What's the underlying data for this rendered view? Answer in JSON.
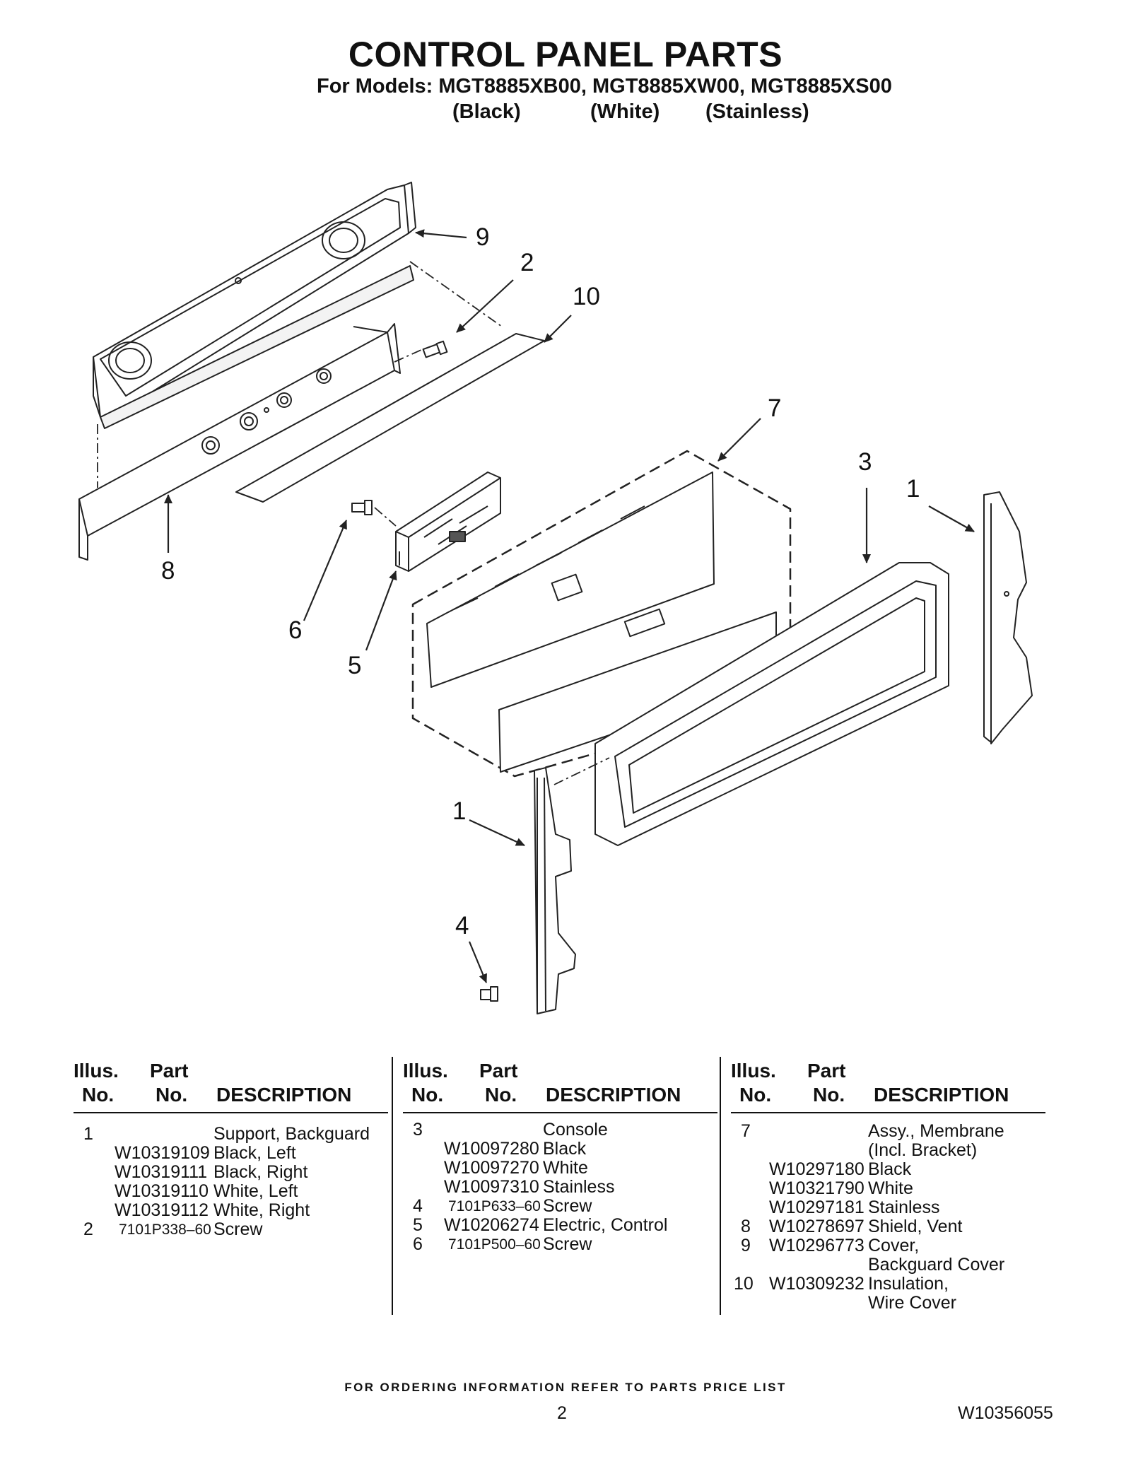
{
  "header": {
    "title": "CONTROL PANEL PARTS",
    "models_line": "For Models: MGT8885XB00, MGT8885XW00, MGT8885XS00",
    "finishes": [
      "(Black)",
      "(White)",
      "(Stainless)"
    ]
  },
  "diagram": {
    "callouts": [
      "9",
      "2",
      "10",
      "7",
      "3",
      "1",
      "8",
      "6",
      "5",
      "1",
      "4"
    ]
  },
  "table": {
    "headers": {
      "illus_line1": "Illus.",
      "illus_line2": "No.",
      "part_line1": "Part",
      "part_line2": "No.",
      "description": "DESCRIPTION"
    },
    "columns": [
      [
        {
          "no": "1",
          "part": "",
          "desc": "Support, Backguard"
        },
        {
          "no": "",
          "part": "W10319109",
          "desc": "Black, Left"
        },
        {
          "no": "",
          "part": "W10319111",
          "desc": "Black, Right"
        },
        {
          "no": "",
          "part": "W10319110",
          "desc": "White, Left"
        },
        {
          "no": "",
          "part": "W10319112",
          "desc": "White, Right"
        },
        {
          "no": "2",
          "part": "7101P338–60",
          "desc": "Screw"
        }
      ],
      [
        {
          "no": "3",
          "part": "",
          "desc": "Console"
        },
        {
          "no": "",
          "part": "W10097280",
          "desc": "Black"
        },
        {
          "no": "",
          "part": "W10097270",
          "desc": "White"
        },
        {
          "no": "",
          "part": "W10097310",
          "desc": "Stainless"
        },
        {
          "no": "4",
          "part": "7101P633–60",
          "desc": "Screw"
        },
        {
          "no": "5",
          "part": "W10206274",
          "desc": "Electric, Control"
        },
        {
          "no": "6",
          "part": "7101P500–60",
          "desc": "Screw"
        }
      ],
      [
        {
          "no": "7",
          "part": "",
          "desc": "Assy., Membrane"
        },
        {
          "no": "",
          "part": "",
          "desc": "(Incl. Bracket)"
        },
        {
          "no": "",
          "part": "W10297180",
          "desc": "Black"
        },
        {
          "no": "",
          "part": "W10321790",
          "desc": "White"
        },
        {
          "no": "",
          "part": "W10297181",
          "desc": "Stainless"
        },
        {
          "no": "8",
          "part": "W10278697",
          "desc": "Shield, Vent"
        },
        {
          "no": "9",
          "part": "W10296773",
          "desc": "Cover,"
        },
        {
          "no": "",
          "part": "",
          "desc": "Backguard Cover"
        },
        {
          "no": "10",
          "part": "W10309232",
          "desc": "Insulation,"
        },
        {
          "no": "",
          "part": "",
          "desc": "Wire Cover"
        }
      ]
    ]
  },
  "footer": {
    "ordering_note": "FOR ORDERING INFORMATION REFER TO PARTS PRICE LIST",
    "page_number": "2",
    "document_number": "W10356055"
  }
}
